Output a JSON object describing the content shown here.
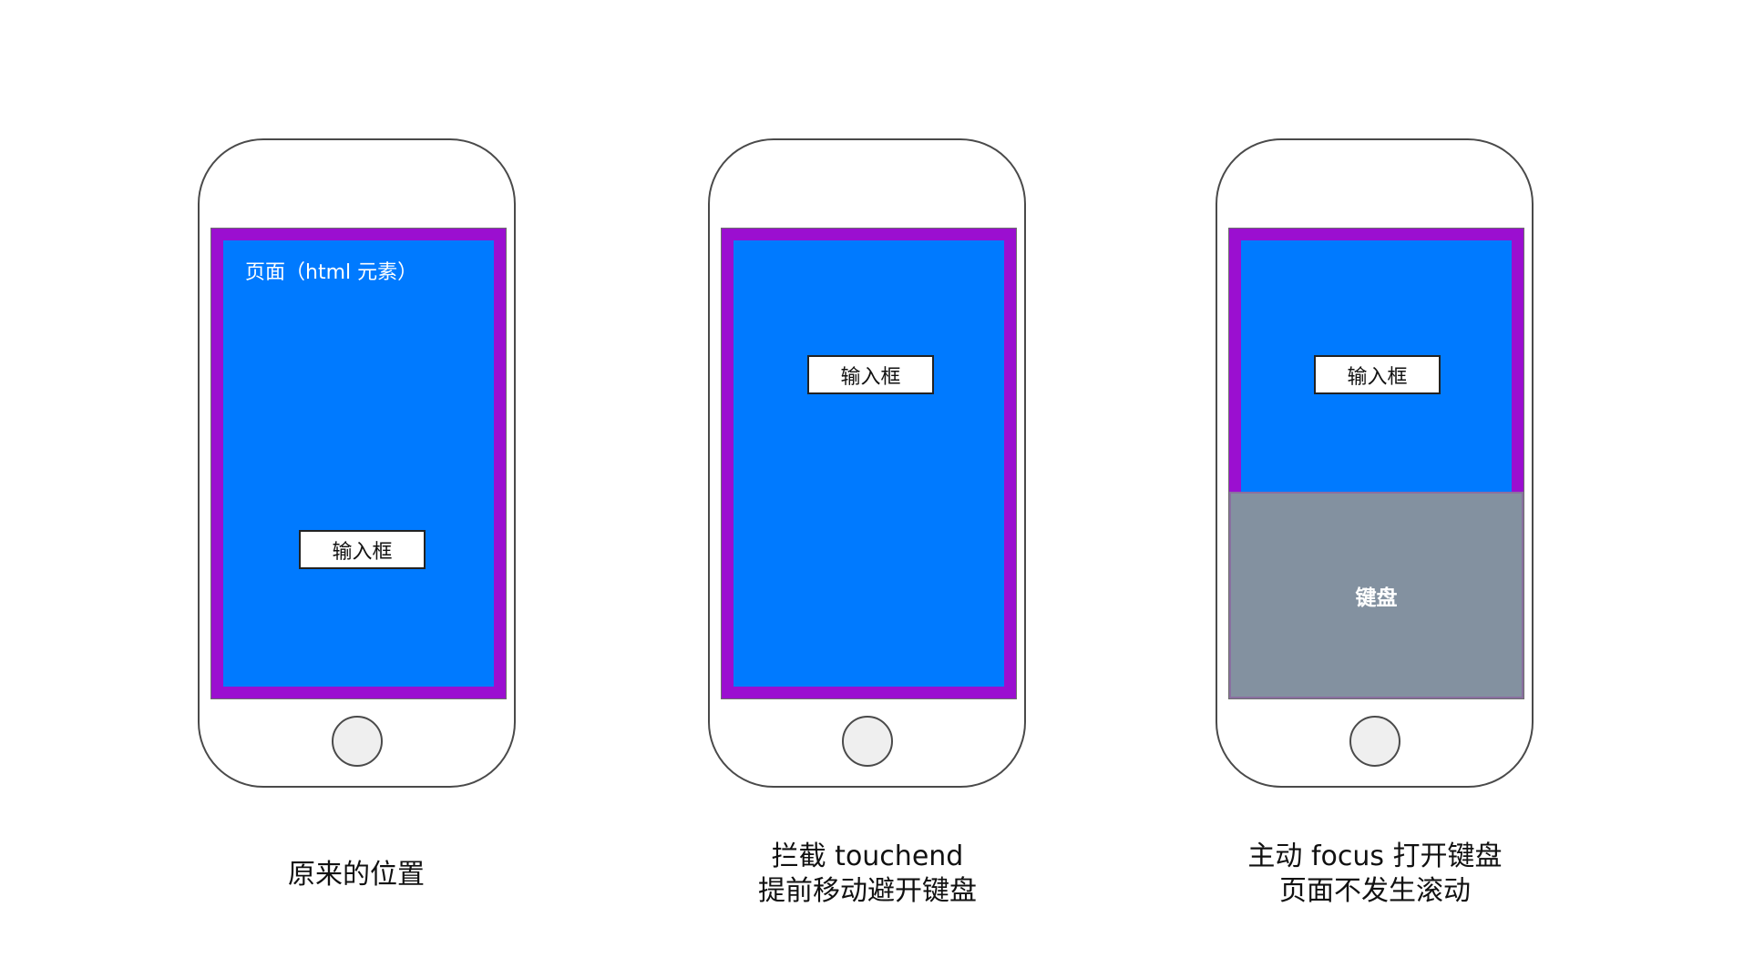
{
  "phones": [
    {
      "page_label": "页面（html 元素）",
      "input_label": "输入框",
      "caption_lines": [
        "原来的位置"
      ]
    },
    {
      "input_label": "输入框",
      "caption_lines": [
        "拦截 touchend",
        "提前移动避开键盘"
      ]
    },
    {
      "input_label": "输入框",
      "keyboard_label": "键盘",
      "caption_lines": [
        "主动 focus 打开键盘",
        "页面不发生滚动"
      ]
    }
  ],
  "colors": {
    "page_fill": "#007aff",
    "page_border": "#9b0fd0",
    "keyboard_fill": "#8391a0",
    "phone_outline": "#4a4a4a"
  }
}
